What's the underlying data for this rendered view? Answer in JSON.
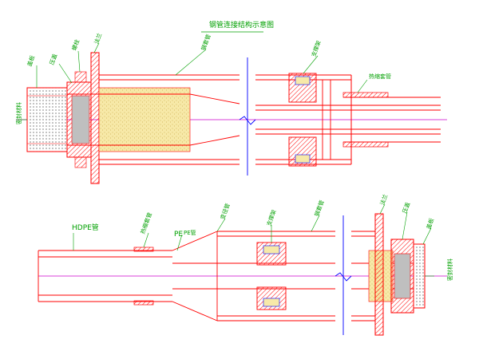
{
  "title": "钢管连接结构示意图",
  "colors": {
    "pipe": "#ff0000",
    "label": "#00a000",
    "leader": "#00a000",
    "centerline": "#cc00cc",
    "break": "#0000ff",
    "hatch": "#ff0000",
    "fill_sand": "#f7e9a8",
    "fill_gray": "#bfbfbf",
    "seal_blue": "#3333ff"
  },
  "top_labels": {
    "cap": "盖板",
    "gland": "压盖",
    "bolt": "螺栓",
    "flange": "法兰",
    "steel_pipe": "钢套管",
    "centralizer": "支撑架",
    "sleeve": "热缩套管",
    "sealing": "密封材料"
  },
  "bottom_labels": {
    "hdpe": "HDPE管",
    "sleeve": "热缩套管",
    "pe_tag": "PE",
    "pe": "PE管",
    "reducer": "变径管",
    "centralizer": "支撑架",
    "steel_pipe": "钢套管",
    "flange": "法兰",
    "gland": "压盖",
    "cap": "盖板",
    "sealing": "密封材料"
  }
}
